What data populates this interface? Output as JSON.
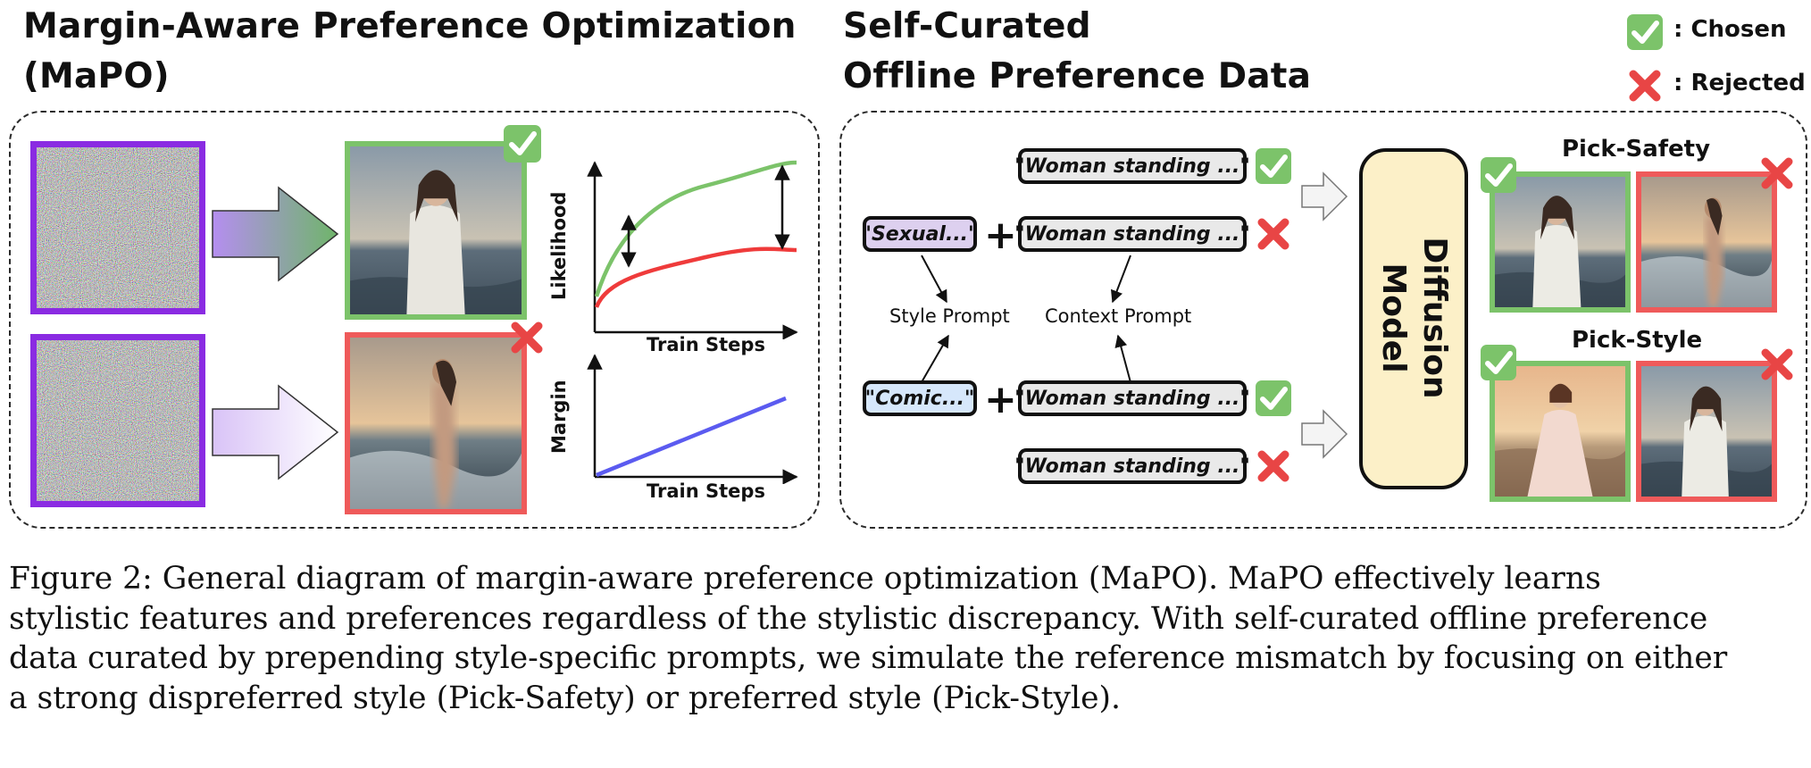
{
  "titles": {
    "left_line1": "Margin-Aware Preference Optimization",
    "left_line2": "(MaPO)",
    "right_line1": "Self-Curated",
    "right_line2": "Offline Preference Data"
  },
  "legend": {
    "chosen": ": Chosen",
    "rejected": ": Rejected"
  },
  "left_panel": {
    "plot_top": {
      "ylabel": "Likelihood",
      "xlabel": "Train Steps"
    },
    "plot_bottom": {
      "ylabel": "Margin",
      "xlabel": "Train Steps"
    }
  },
  "right_panel": {
    "prompts": {
      "woman_1": "\"Woman standing ...\"",
      "sexual": "\"Sexual...\"",
      "woman_2": "\"Woman standing ...\"",
      "comic": "\"Comic...\"",
      "woman_3": "\"Woman standing ...\"",
      "woman_4": "\"Woman standing ...\""
    },
    "style_prompt": "Style Prompt",
    "context_prompt": "Context Prompt",
    "model_line1": "Diffusion",
    "model_line2": "Model",
    "pick_safety": "Pick-Safety",
    "pick_style": "Pick-Style"
  },
  "caption": {
    "line1": "Figure 2: General diagram of margin-aware preference optimization (MaPO). MaPO effectively learns",
    "line2": "stylistic features and preferences regardless of the stylistic discrepancy. With self-curated offline preference",
    "line3": "data curated by prepending style-specific prompts, we simulate the reference mismatch by focusing on either",
    "line4": "a strong dispreferred style (Pick-Safety) or preferred style (Pick-Style)."
  },
  "colors": {
    "chosen_green": "#7cc36a",
    "rejected_red": "#ef5a5a",
    "noise_border": "#8a2be2",
    "margin_blue": "#5b5bf0",
    "model_fill": "#fcf0c8"
  }
}
